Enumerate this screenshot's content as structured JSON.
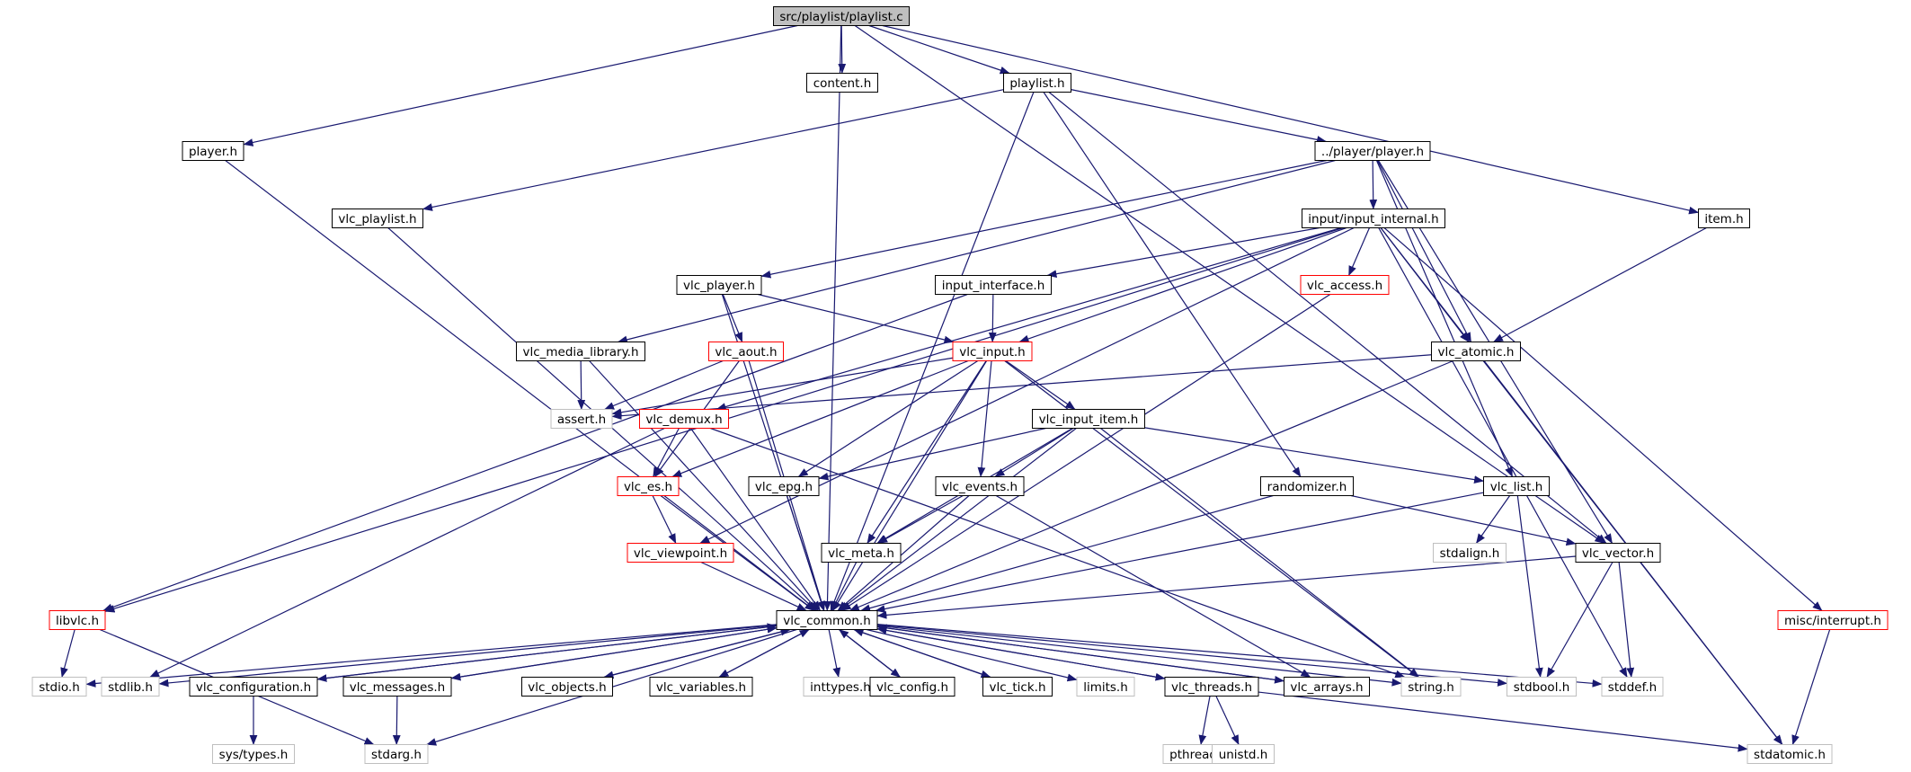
{
  "colors": {
    "edge": "#191970",
    "border_normal": "#000000",
    "border_red": "#ff0000",
    "border_gray": "#bfbfbf",
    "root_fill": "#bfbfbf",
    "text": "#000000"
  },
  "nodes": [
    {
      "id": "root",
      "label": "src/playlist/playlist.c",
      "style": "root"
    },
    {
      "id": "content",
      "label": "content.h",
      "style": "normal"
    },
    {
      "id": "playlist",
      "label": "playlist.h",
      "style": "normal"
    },
    {
      "id": "player",
      "label": "player.h",
      "style": "normal"
    },
    {
      "id": "pplayer",
      "label": "../player/player.h",
      "style": "normal"
    },
    {
      "id": "vlc_playlist",
      "label": "vlc_playlist.h",
      "style": "normal"
    },
    {
      "id": "input_internal",
      "label": "input/input_internal.h",
      "style": "normal"
    },
    {
      "id": "item",
      "label": "item.h",
      "style": "normal"
    },
    {
      "id": "vlc_player",
      "label": "vlc_player.h",
      "style": "normal"
    },
    {
      "id": "input_interface",
      "label": "input_interface.h",
      "style": "normal"
    },
    {
      "id": "vlc_access",
      "label": "vlc_access.h",
      "style": "red"
    },
    {
      "id": "vlc_media_library",
      "label": "vlc_media_library.h",
      "style": "normal"
    },
    {
      "id": "vlc_aout",
      "label": "vlc_aout.h",
      "style": "red"
    },
    {
      "id": "vlc_input",
      "label": "vlc_input.h",
      "style": "red"
    },
    {
      "id": "vlc_atomic",
      "label": "vlc_atomic.h",
      "style": "normal"
    },
    {
      "id": "assert",
      "label": "assert.h",
      "style": "gray"
    },
    {
      "id": "vlc_demux",
      "label": "vlc_demux.h",
      "style": "red"
    },
    {
      "id": "vlc_input_item",
      "label": "vlc_input_item.h",
      "style": "normal"
    },
    {
      "id": "vlc_es",
      "label": "vlc_es.h",
      "style": "red"
    },
    {
      "id": "vlc_epg",
      "label": "vlc_epg.h",
      "style": "normal"
    },
    {
      "id": "vlc_events",
      "label": "vlc_events.h",
      "style": "normal"
    },
    {
      "id": "randomizer",
      "label": "randomizer.h",
      "style": "normal"
    },
    {
      "id": "vlc_list",
      "label": "vlc_list.h",
      "style": "normal"
    },
    {
      "id": "vlc_viewpoint",
      "label": "vlc_viewpoint.h",
      "style": "red"
    },
    {
      "id": "vlc_meta",
      "label": "vlc_meta.h",
      "style": "normal"
    },
    {
      "id": "stdalign",
      "label": "stdalign.h",
      "style": "gray"
    },
    {
      "id": "vlc_vector",
      "label": "vlc_vector.h",
      "style": "normal"
    },
    {
      "id": "libvlc",
      "label": "libvlc.h",
      "style": "red"
    },
    {
      "id": "vlc_common",
      "label": "vlc_common.h",
      "style": "normal"
    },
    {
      "id": "misc_interrupt",
      "label": "misc/interrupt.h",
      "style": "red"
    },
    {
      "id": "stdio",
      "label": "stdio.h",
      "style": "gray"
    },
    {
      "id": "stdlib",
      "label": "stdlib.h",
      "style": "gray"
    },
    {
      "id": "vlc_configuration",
      "label": "vlc_configuration.h",
      "style": "normal"
    },
    {
      "id": "vlc_messages",
      "label": "vlc_messages.h",
      "style": "normal"
    },
    {
      "id": "vlc_objects",
      "label": "vlc_objects.h",
      "style": "normal"
    },
    {
      "id": "vlc_variables",
      "label": "vlc_variables.h",
      "style": "normal"
    },
    {
      "id": "inttypes",
      "label": "inttypes.h",
      "style": "gray"
    },
    {
      "id": "vlc_config",
      "label": "vlc_config.h",
      "style": "normal"
    },
    {
      "id": "vlc_tick",
      "label": "vlc_tick.h",
      "style": "normal"
    },
    {
      "id": "limits",
      "label": "limits.h",
      "style": "gray"
    },
    {
      "id": "vlc_threads",
      "label": "vlc_threads.h",
      "style": "normal"
    },
    {
      "id": "vlc_arrays",
      "label": "vlc_arrays.h",
      "style": "normal"
    },
    {
      "id": "string",
      "label": "string.h",
      "style": "gray"
    },
    {
      "id": "stdbool",
      "label": "stdbool.h",
      "style": "gray"
    },
    {
      "id": "stddef",
      "label": "stddef.h",
      "style": "gray"
    },
    {
      "id": "sys_types",
      "label": "sys/types.h",
      "style": "gray"
    },
    {
      "id": "stdarg",
      "label": "stdarg.h",
      "style": "gray"
    },
    {
      "id": "pthread",
      "label": "pthread.h",
      "style": "gray"
    },
    {
      "id": "unistd",
      "label": "unistd.h",
      "style": "gray"
    },
    {
      "id": "stdatomic",
      "label": "stdatomic.h",
      "style": "gray"
    }
  ],
  "edges": [
    [
      "root",
      "content"
    ],
    [
      "root",
      "playlist"
    ],
    [
      "root",
      "player"
    ],
    [
      "root",
      "item"
    ],
    [
      "root",
      "vlc_vector"
    ],
    [
      "root",
      "vlc_common"
    ],
    [
      "playlist",
      "pplayer"
    ],
    [
      "playlist",
      "vlc_playlist"
    ],
    [
      "playlist",
      "randomizer"
    ],
    [
      "playlist",
      "vlc_vector"
    ],
    [
      "playlist",
      "vlc_common"
    ],
    [
      "player",
      "vlc_common"
    ],
    [
      "pplayer",
      "input_internal"
    ],
    [
      "pplayer",
      "vlc_player"
    ],
    [
      "pplayer",
      "vlc_media_library"
    ],
    [
      "pplayer",
      "vlc_atomic"
    ],
    [
      "pplayer",
      "vlc_list"
    ],
    [
      "pplayer",
      "vlc_vector"
    ],
    [
      "vlc_playlist",
      "vlc_common"
    ],
    [
      "item",
      "vlc_atomic"
    ],
    [
      "input_internal",
      "vlc_access"
    ],
    [
      "input_internal",
      "input_interface"
    ],
    [
      "input_internal",
      "vlc_input"
    ],
    [
      "input_internal",
      "vlc_atomic"
    ],
    [
      "input_internal",
      "vlc_demux"
    ],
    [
      "input_internal",
      "vlc_viewpoint"
    ],
    [
      "input_internal",
      "libvlc"
    ],
    [
      "input_internal",
      "misc_interrupt"
    ],
    [
      "input_internal",
      "stddef"
    ],
    [
      "input_internal",
      "stdatomic"
    ],
    [
      "vlc_player",
      "vlc_aout"
    ],
    [
      "vlc_player",
      "vlc_input"
    ],
    [
      "vlc_player",
      "vlc_common"
    ],
    [
      "input_interface",
      "vlc_input"
    ],
    [
      "input_interface",
      "libvlc"
    ],
    [
      "vlc_access",
      "vlc_common"
    ],
    [
      "vlc_media_library",
      "assert"
    ],
    [
      "vlc_media_library",
      "vlc_common"
    ],
    [
      "vlc_aout",
      "assert"
    ],
    [
      "vlc_aout",
      "vlc_es"
    ],
    [
      "vlc_aout",
      "vlc_common"
    ],
    [
      "vlc_input",
      "vlc_input_item"
    ],
    [
      "vlc_input",
      "vlc_es"
    ],
    [
      "vlc_input",
      "vlc_epg"
    ],
    [
      "vlc_input",
      "vlc_events"
    ],
    [
      "vlc_input",
      "vlc_meta"
    ],
    [
      "vlc_input",
      "vlc_common"
    ],
    [
      "vlc_input",
      "string"
    ],
    [
      "vlc_input",
      "assert"
    ],
    [
      "vlc_atomic",
      "assert"
    ],
    [
      "vlc_atomic",
      "vlc_common"
    ],
    [
      "vlc_atomic",
      "stdatomic"
    ],
    [
      "vlc_demux",
      "vlc_es"
    ],
    [
      "vlc_demux",
      "vlc_common"
    ],
    [
      "vlc_demux",
      "stdlib"
    ],
    [
      "vlc_demux",
      "string"
    ],
    [
      "vlc_input_item",
      "vlc_epg"
    ],
    [
      "vlc_input_item",
      "vlc_events"
    ],
    [
      "vlc_input_item",
      "vlc_meta"
    ],
    [
      "vlc_input_item",
      "vlc_list"
    ],
    [
      "vlc_input_item",
      "vlc_common"
    ],
    [
      "vlc_input_item",
      "string"
    ],
    [
      "vlc_es",
      "vlc_viewpoint"
    ],
    [
      "vlc_es",
      "vlc_common"
    ],
    [
      "vlc_epg",
      "vlc_common"
    ],
    [
      "vlc_events",
      "vlc_meta"
    ],
    [
      "vlc_events",
      "vlc_common"
    ],
    [
      "vlc_events",
      "vlc_arrays"
    ],
    [
      "randomizer",
      "vlc_vector"
    ],
    [
      "randomizer",
      "vlc_common"
    ],
    [
      "vlc_list",
      "stdalign"
    ],
    [
      "vlc_list",
      "stdbool"
    ],
    [
      "vlc_list",
      "vlc_common"
    ],
    [
      "vlc_viewpoint",
      "vlc_common"
    ],
    [
      "vlc_meta",
      "vlc_common"
    ],
    [
      "vlc_vector",
      "vlc_common"
    ],
    [
      "vlc_vector",
      "stdbool"
    ],
    [
      "vlc_vector",
      "stddef"
    ],
    [
      "libvlc",
      "stdio"
    ],
    [
      "libvlc",
      "stdarg"
    ],
    [
      "misc_interrupt",
      "stdatomic"
    ],
    [
      "vlc_common",
      "stdio"
    ],
    [
      "vlc_common",
      "stdlib"
    ],
    [
      "vlc_common",
      "vlc_configuration"
    ],
    [
      "vlc_common",
      "vlc_messages"
    ],
    [
      "vlc_common",
      "vlc_objects"
    ],
    [
      "vlc_common",
      "vlc_variables"
    ],
    [
      "vlc_common",
      "inttypes"
    ],
    [
      "vlc_common",
      "vlc_config"
    ],
    [
      "vlc_common",
      "vlc_tick"
    ],
    [
      "vlc_common",
      "limits"
    ],
    [
      "vlc_common",
      "vlc_threads"
    ],
    [
      "vlc_common",
      "vlc_arrays"
    ],
    [
      "vlc_common",
      "string"
    ],
    [
      "vlc_common",
      "stdbool"
    ],
    [
      "vlc_common",
      "stddef"
    ],
    [
      "vlc_common",
      "stdarg"
    ],
    [
      "vlc_configuration",
      "vlc_common"
    ],
    [
      "vlc_configuration",
      "sys_types"
    ],
    [
      "vlc_messages",
      "vlc_common"
    ],
    [
      "vlc_messages",
      "stdarg"
    ],
    [
      "vlc_objects",
      "vlc_common"
    ],
    [
      "vlc_variables",
      "vlc_common"
    ],
    [
      "vlc_config",
      "vlc_common"
    ],
    [
      "vlc_tick",
      "vlc_common"
    ],
    [
      "vlc_threads",
      "vlc_common"
    ],
    [
      "vlc_threads",
      "pthread"
    ],
    [
      "vlc_threads",
      "unistd"
    ],
    [
      "vlc_threads",
      "stdatomic"
    ],
    [
      "vlc_arrays",
      "vlc_common"
    ]
  ]
}
